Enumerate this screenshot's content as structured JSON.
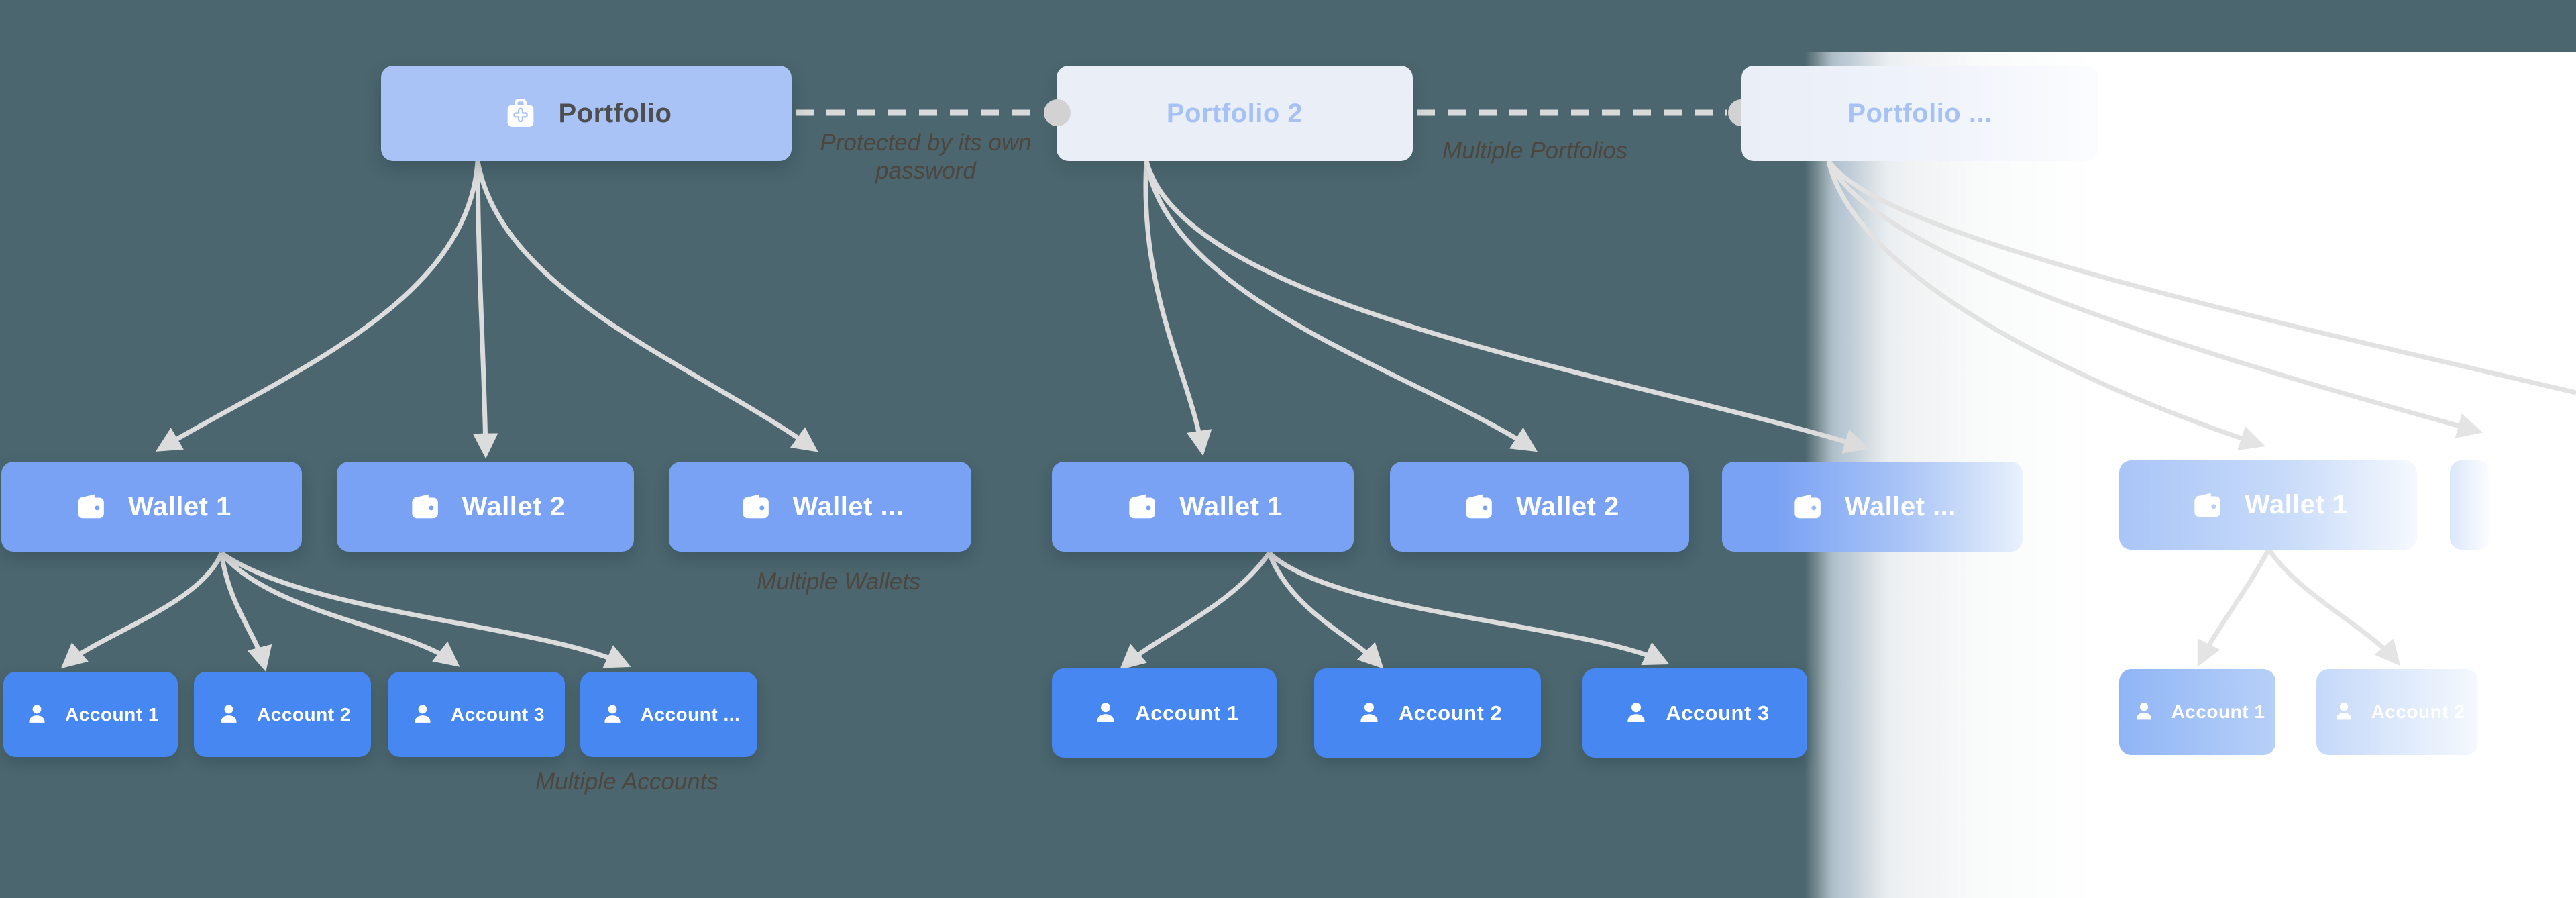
{
  "background_color": "#4b666e",
  "colors": {
    "portfolio_box": "#a9c3f7",
    "portfolio_muted_box": "#e9eef7",
    "portfolio_muted_text": "#a6c2f4",
    "wallet_box": "#7aa2f4",
    "account_box": "#4687f1",
    "arrow": "#dcdcdc",
    "dashed_connector": "#d9d9d9",
    "annotation_text": "#4c463f",
    "fade_panel": "#ffffff"
  },
  "portfolios": [
    {
      "label": "Portfolio"
    },
    {
      "label": "Portfolio 2"
    },
    {
      "label": "Portfolio ..."
    }
  ],
  "tree1": {
    "wallets": [
      {
        "label": "Wallet 1"
      },
      {
        "label": "Wallet 2"
      },
      {
        "label": "Wallet ..."
      }
    ],
    "accounts": [
      {
        "label": "Account 1"
      },
      {
        "label": "Account 2"
      },
      {
        "label": "Account 3"
      },
      {
        "label": "Account ..."
      }
    ]
  },
  "tree2": {
    "wallets": [
      {
        "label": "Wallet 1"
      },
      {
        "label": "Wallet 2"
      },
      {
        "label": "Wallet ..."
      }
    ],
    "accounts": [
      {
        "label": "Account 1"
      },
      {
        "label": "Account 2"
      },
      {
        "label": "Account 3"
      }
    ]
  },
  "tree3": {
    "wallets": [
      {
        "label": "Wallet 1"
      }
    ],
    "accounts": [
      {
        "label": "Account 1"
      },
      {
        "label": "Account 2"
      }
    ]
  },
  "annotations": {
    "protected": "Protected by its own password",
    "multiple_portfolios": "Multiple Portfolios",
    "multiple_wallets": "Multiple Wallets",
    "multiple_accounts": "Multiple Accounts"
  }
}
